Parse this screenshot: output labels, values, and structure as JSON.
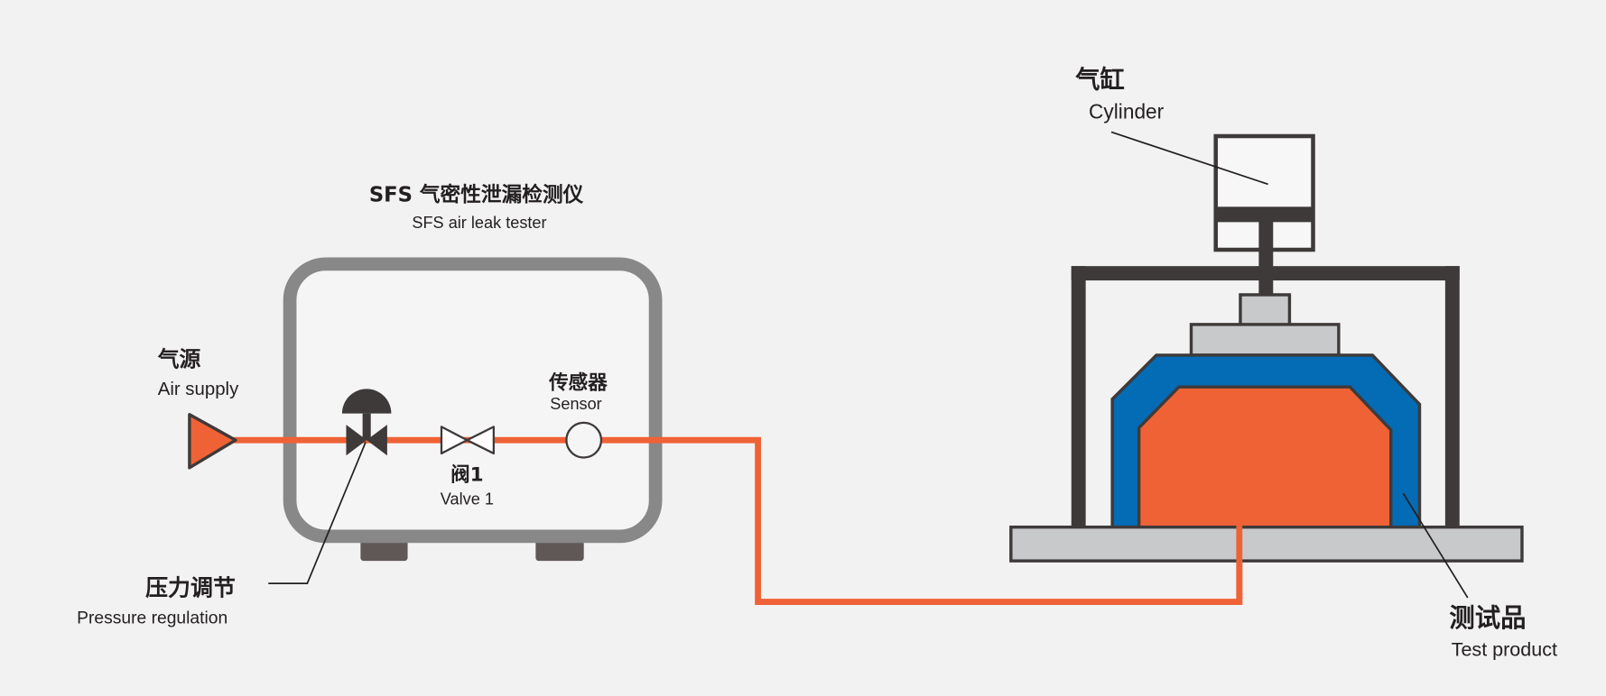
{
  "tester": {
    "title": "SFS 气密性泄漏检测仪",
    "subtitle": "SFS air leak tester"
  },
  "air_supply": {
    "zh": "气源",
    "en": "Air supply"
  },
  "sensor": {
    "zh": "传感器",
    "en": "Sensor"
  },
  "valve1": {
    "zh": "阀1",
    "en": "Valve 1"
  },
  "pressure_regulation": {
    "zh": "压力调节",
    "en": "Pressure regulation"
  },
  "cylinder": {
    "zh": "气缸",
    "en": "Cylinder"
  },
  "test_product": {
    "zh": "测试品",
    "en": "Test product"
  },
  "colors": {
    "pipe": "#ef6236",
    "fixture": "#046bb5",
    "frame": "#3e3a39",
    "tester_border": "#888888"
  }
}
